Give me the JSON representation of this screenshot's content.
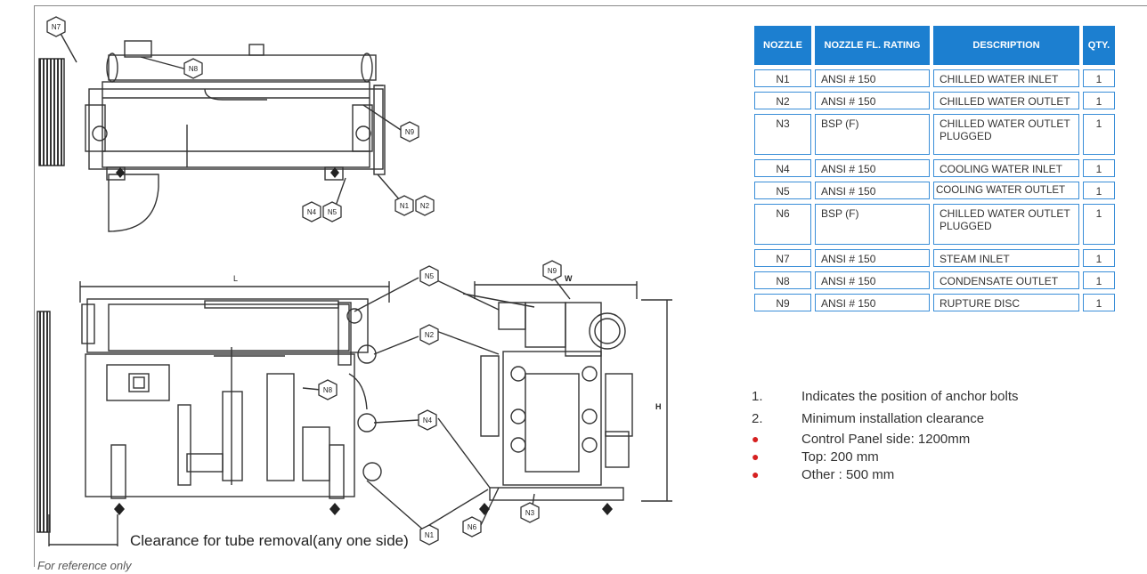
{
  "table": {
    "headers": [
      "NOZZLE",
      "NOZZLE FL. RATING",
      "DESCRIPTION",
      "QTY."
    ],
    "rows": [
      {
        "nozzle": "N1",
        "rating": "ANSI # 150",
        "description": "CHILLED WATER INLET",
        "qty": "1"
      },
      {
        "nozzle": "N2",
        "rating": "ANSI # 150",
        "description": "CHILLED WATER OUTLET",
        "qty": "1"
      },
      {
        "nozzle": "N3",
        "rating": "BSP (F)",
        "description": "CHILLED WATER OUTLET PLUGGED",
        "qty": "1"
      },
      {
        "nozzle": "N4",
        "rating": "ANSI # 150",
        "description": "COOLING WATER INLET",
        "qty": "1"
      },
      {
        "nozzle": "N5",
        "rating": "ANSI # 150",
        "description": "COOLING WATER OUTLET",
        "qty": "1"
      },
      {
        "nozzle": "N6",
        "rating": "BSP (F)",
        "description": "CHILLED WATER OUTLET PLUGGED",
        "qty": "1"
      },
      {
        "nozzle": "N7",
        "rating": "ANSI # 150",
        "description": "STEAM INLET",
        "qty": "1"
      },
      {
        "nozzle": "N8",
        "rating": "ANSI # 150",
        "description": "CONDENSATE OUTLET",
        "qty": "1"
      },
      {
        "nozzle": "N9",
        "rating": "ANSI # 150",
        "description": "RUPTURE DISC",
        "qty": "1"
      }
    ]
  },
  "notes": {
    "n1_num": "1.",
    "n1_text": "Indicates the position of anchor bolts",
    "n2_num": "2.",
    "n2_text": "Minimum installation clearance",
    "bullets": [
      "Control Panel side:   1200mm",
      "Top: 200 mm",
      "Other : 500 mm"
    ]
  },
  "drawing": {
    "dim_l": "L",
    "dim_w": "W",
    "dim_h": "H",
    "clearance_label": "Clearance for tube removal(any one side)",
    "reference": "For reference only",
    "callouts": {
      "n1": "N1",
      "n2": "N2",
      "n3": "N3",
      "n4": "N4",
      "n5": "N5",
      "n6": "N6",
      "n7": "N7",
      "n8": "N8",
      "n9": "N9"
    }
  },
  "colors": {
    "header_blue": "#1c7fd0",
    "cell_border": "#3a8ed8",
    "bullet_red": "#d62020"
  }
}
